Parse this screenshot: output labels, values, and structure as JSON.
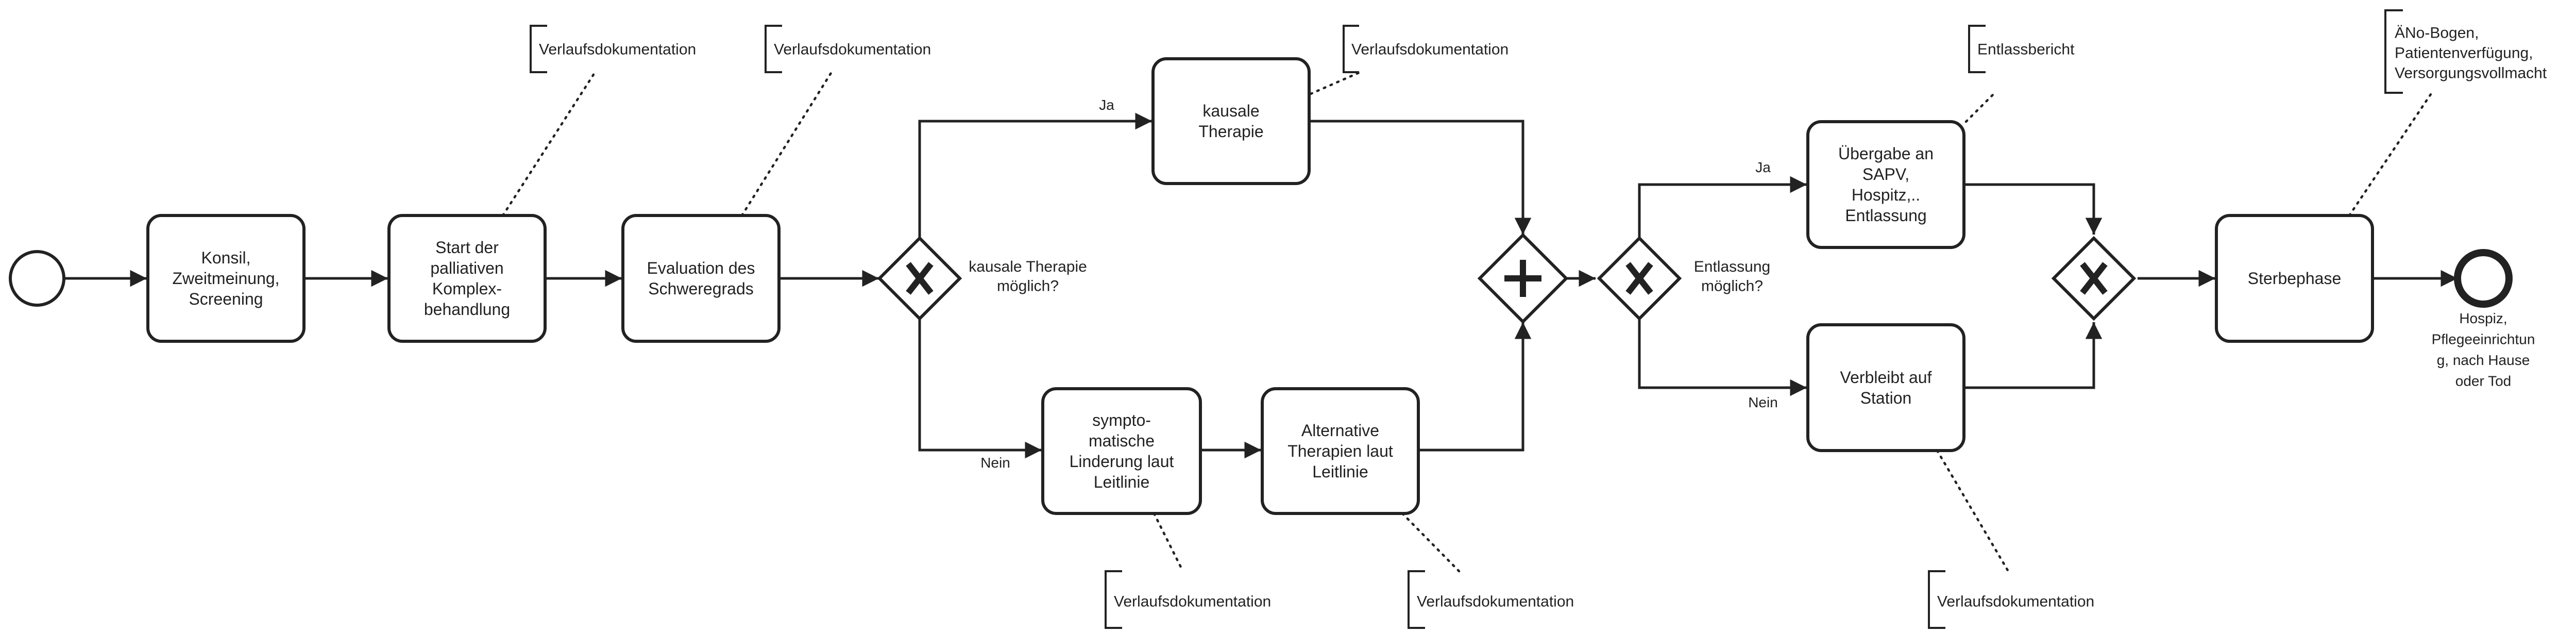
{
  "tasks": {
    "konsil": [
      "Konsil,",
      "Zweitmeinung,",
      "Screening"
    ],
    "start": [
      "Start der",
      "palliativen",
      "Komplex-",
      "behandlung"
    ],
    "evaluation": [
      "Evaluation des",
      "Schweregrads"
    ],
    "kausal": [
      "kausale",
      "Therapie"
    ],
    "sympto": [
      "sympto-",
      "matische",
      "Linderung laut",
      "Leitlinie"
    ],
    "alternativ": [
      "Alternative",
      "Therapien laut",
      "Leitlinie"
    ],
    "uebergabe": [
      "Übergabe an",
      "SAPV,",
      "Hospitz,..",
      "Entlassung"
    ],
    "verbleibt": [
      "Verbleibt auf",
      "Station"
    ],
    "sterbephase": [
      "Sterbephase"
    ]
  },
  "gateways": {
    "therapy_question": [
      "kausale Therapie",
      "möglich?"
    ],
    "discharge_question": [
      "Entlassung",
      "möglich?"
    ]
  },
  "flow_labels": {
    "therapy_yes": "Ja",
    "therapy_no": "Nein",
    "discharge_yes": "Ja",
    "discharge_no": "Nein"
  },
  "end_event_label": [
    "Hospiz,",
    "Pflegeeinrichtun",
    "g, nach Hause",
    "oder Tod"
  ],
  "annotations": {
    "start": [
      "Verlaufsdokumentation"
    ],
    "evaluation": [
      "Verlaufsdokumentation"
    ],
    "kausal": [
      "Verlaufsdokumentation"
    ],
    "sympto": [
      "Verlaufsdokumentation"
    ],
    "alternativ": [
      "Verlaufsdokumentation"
    ],
    "uebergabe": [
      "Entlassbericht"
    ],
    "verbleibt": [
      "Verlaufsdokumentation"
    ],
    "sterbephase": [
      "ÄNo-Bogen,",
      "Patientenverfügung,",
      "Versorgungsvollmacht"
    ]
  },
  "icons": {
    "start_event": "start-event-circle-icon",
    "end_event": "end-event-circle-icon",
    "exclusive_gateway": "exclusive-gateway-x-icon",
    "parallel_gateway": "parallel-gateway-plus-icon"
  }
}
